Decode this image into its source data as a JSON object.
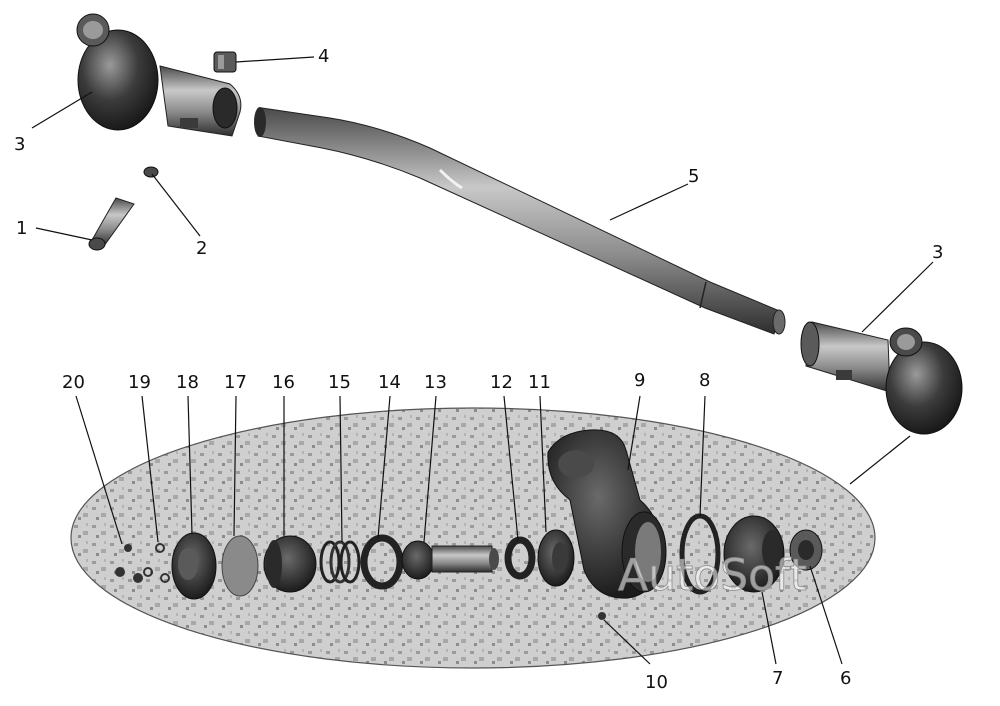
{
  "diagram": {
    "callouts": [
      "1",
      "2",
      "3",
      "4",
      "5",
      "3",
      "6",
      "7",
      "8",
      "9",
      "10",
      "11",
      "12",
      "13",
      "14",
      "15",
      "16",
      "17",
      "18",
      "19",
      "20"
    ],
    "watermark": "AutoSoft"
  },
  "colors": {
    "ink": "#111111",
    "metal_dark": "#3a3a3a",
    "metal_mid": "#7a7a7a",
    "metal_light": "#b9b9b9",
    "ellipse_fill": "#c9c9c9"
  }
}
